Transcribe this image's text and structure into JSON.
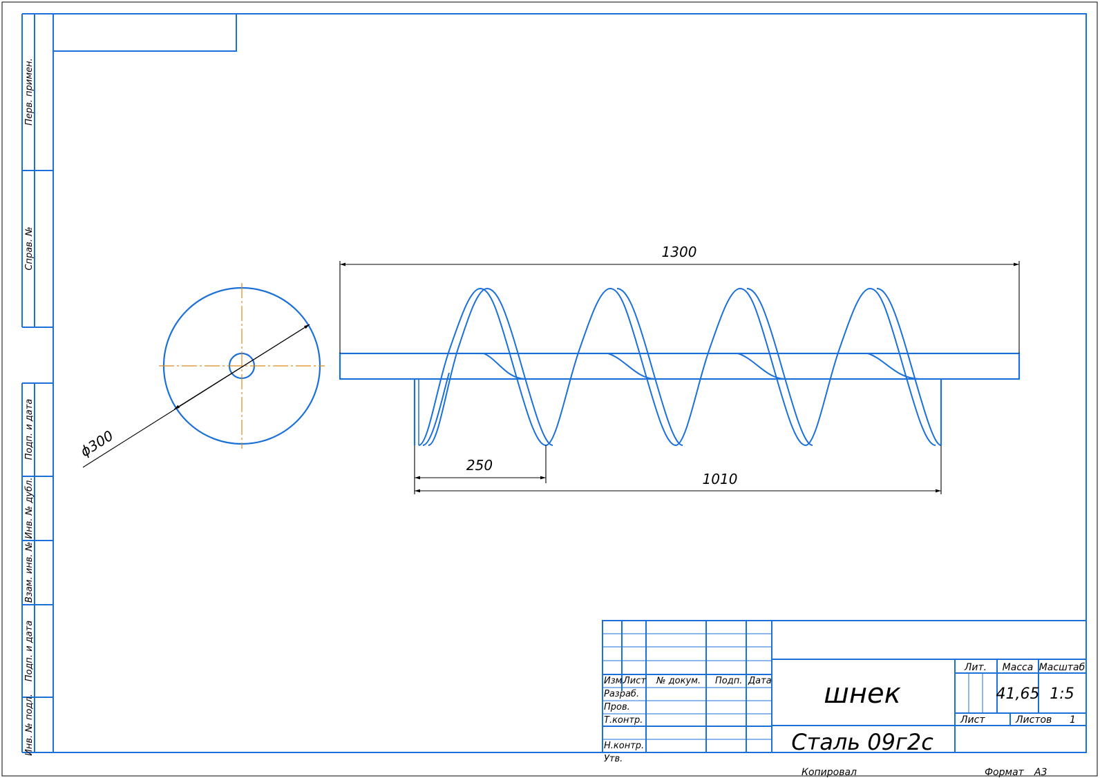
{
  "side_stamp": {
    "perv_primen": "Перв. примен.",
    "sprav_no": "Справ. №",
    "podp_i_data_1": "Подп. и дата",
    "inv_no_dubl": "Инв. № дубл.",
    "vzam_inv_no": "Взам. инв. №",
    "podp_i_data_2": "Подп. и дата",
    "inv_no_podl": "Инв. № подл."
  },
  "dimensions": {
    "diameter": "ϕ300",
    "overall_length": "1300",
    "pitch": "250",
    "flight_length": "1010"
  },
  "title_block": {
    "col_izm": "Изм.",
    "col_list": "Лист",
    "col_no_dokum": "№ докум.",
    "col_podp": "Подп.",
    "col_data": "Дата",
    "row_razrab": "Разраб.",
    "row_prov": "Пров.",
    "row_tkontr": "Т.контр.",
    "row_nkontr": "Н.контр.",
    "row_utv": "Утв.",
    "name": "шнек",
    "material": "Сталь 09г2с",
    "hdr_lit": "Лит.",
    "hdr_massa": "Масса",
    "hdr_masshtab": "Масштаб",
    "mass_value": "41,65",
    "scale_value": "1:5",
    "sheet_label": "Лист",
    "sheets_label": "Листов",
    "sheets_value": "1",
    "copied_label": "Копировал",
    "format_label": "Формат",
    "format_value": "А3"
  },
  "colors": {
    "line": "#1a6fd8",
    "center_line": "#d98a1a",
    "dimension": "#000000"
  }
}
